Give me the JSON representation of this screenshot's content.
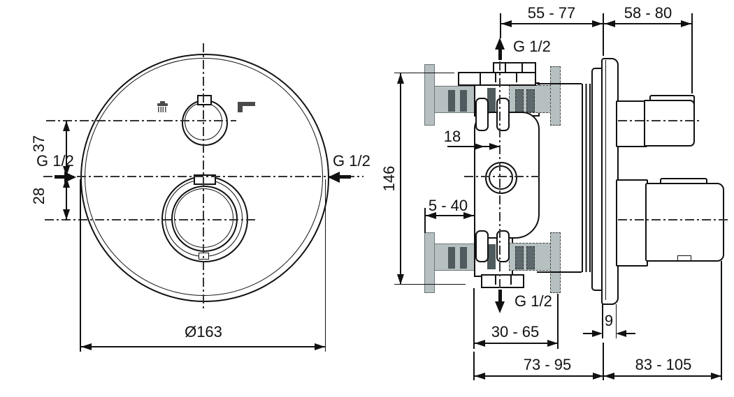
{
  "drawing": {
    "type": "thermostatic-mixer-installation-dimension-drawing",
    "line_color": "#111111",
    "rail_fill": "#b6c0c0",
    "slot_fill": "#4f5b5e",
    "icon_fill": "#4a4a4a"
  },
  "front_view": {
    "offset_top_label": "37",
    "offset_bottom_label": "28",
    "inlet_left_label": "G 1/2",
    "inlet_right_label": "G 1/2",
    "faceplate_diameter_label": "Ø163",
    "icons": {
      "left": "handshower-icon",
      "right": "spout-icon"
    }
  },
  "side_view": {
    "shower_outlet_label": "G 1/2",
    "spout_outlet_label": "G 1/2",
    "depth_span_left_label": "55 - 77",
    "depth_span_right_label": "58 - 80",
    "body_height_label": "146",
    "center_offset_label": "18",
    "rough_wall_range_label": "5 - 40",
    "finished_wall_range_label": "30 - 65",
    "plate_thickness_label": "9",
    "depth_body_label": "73 - 95",
    "depth_handle_label": "83 - 105"
  }
}
